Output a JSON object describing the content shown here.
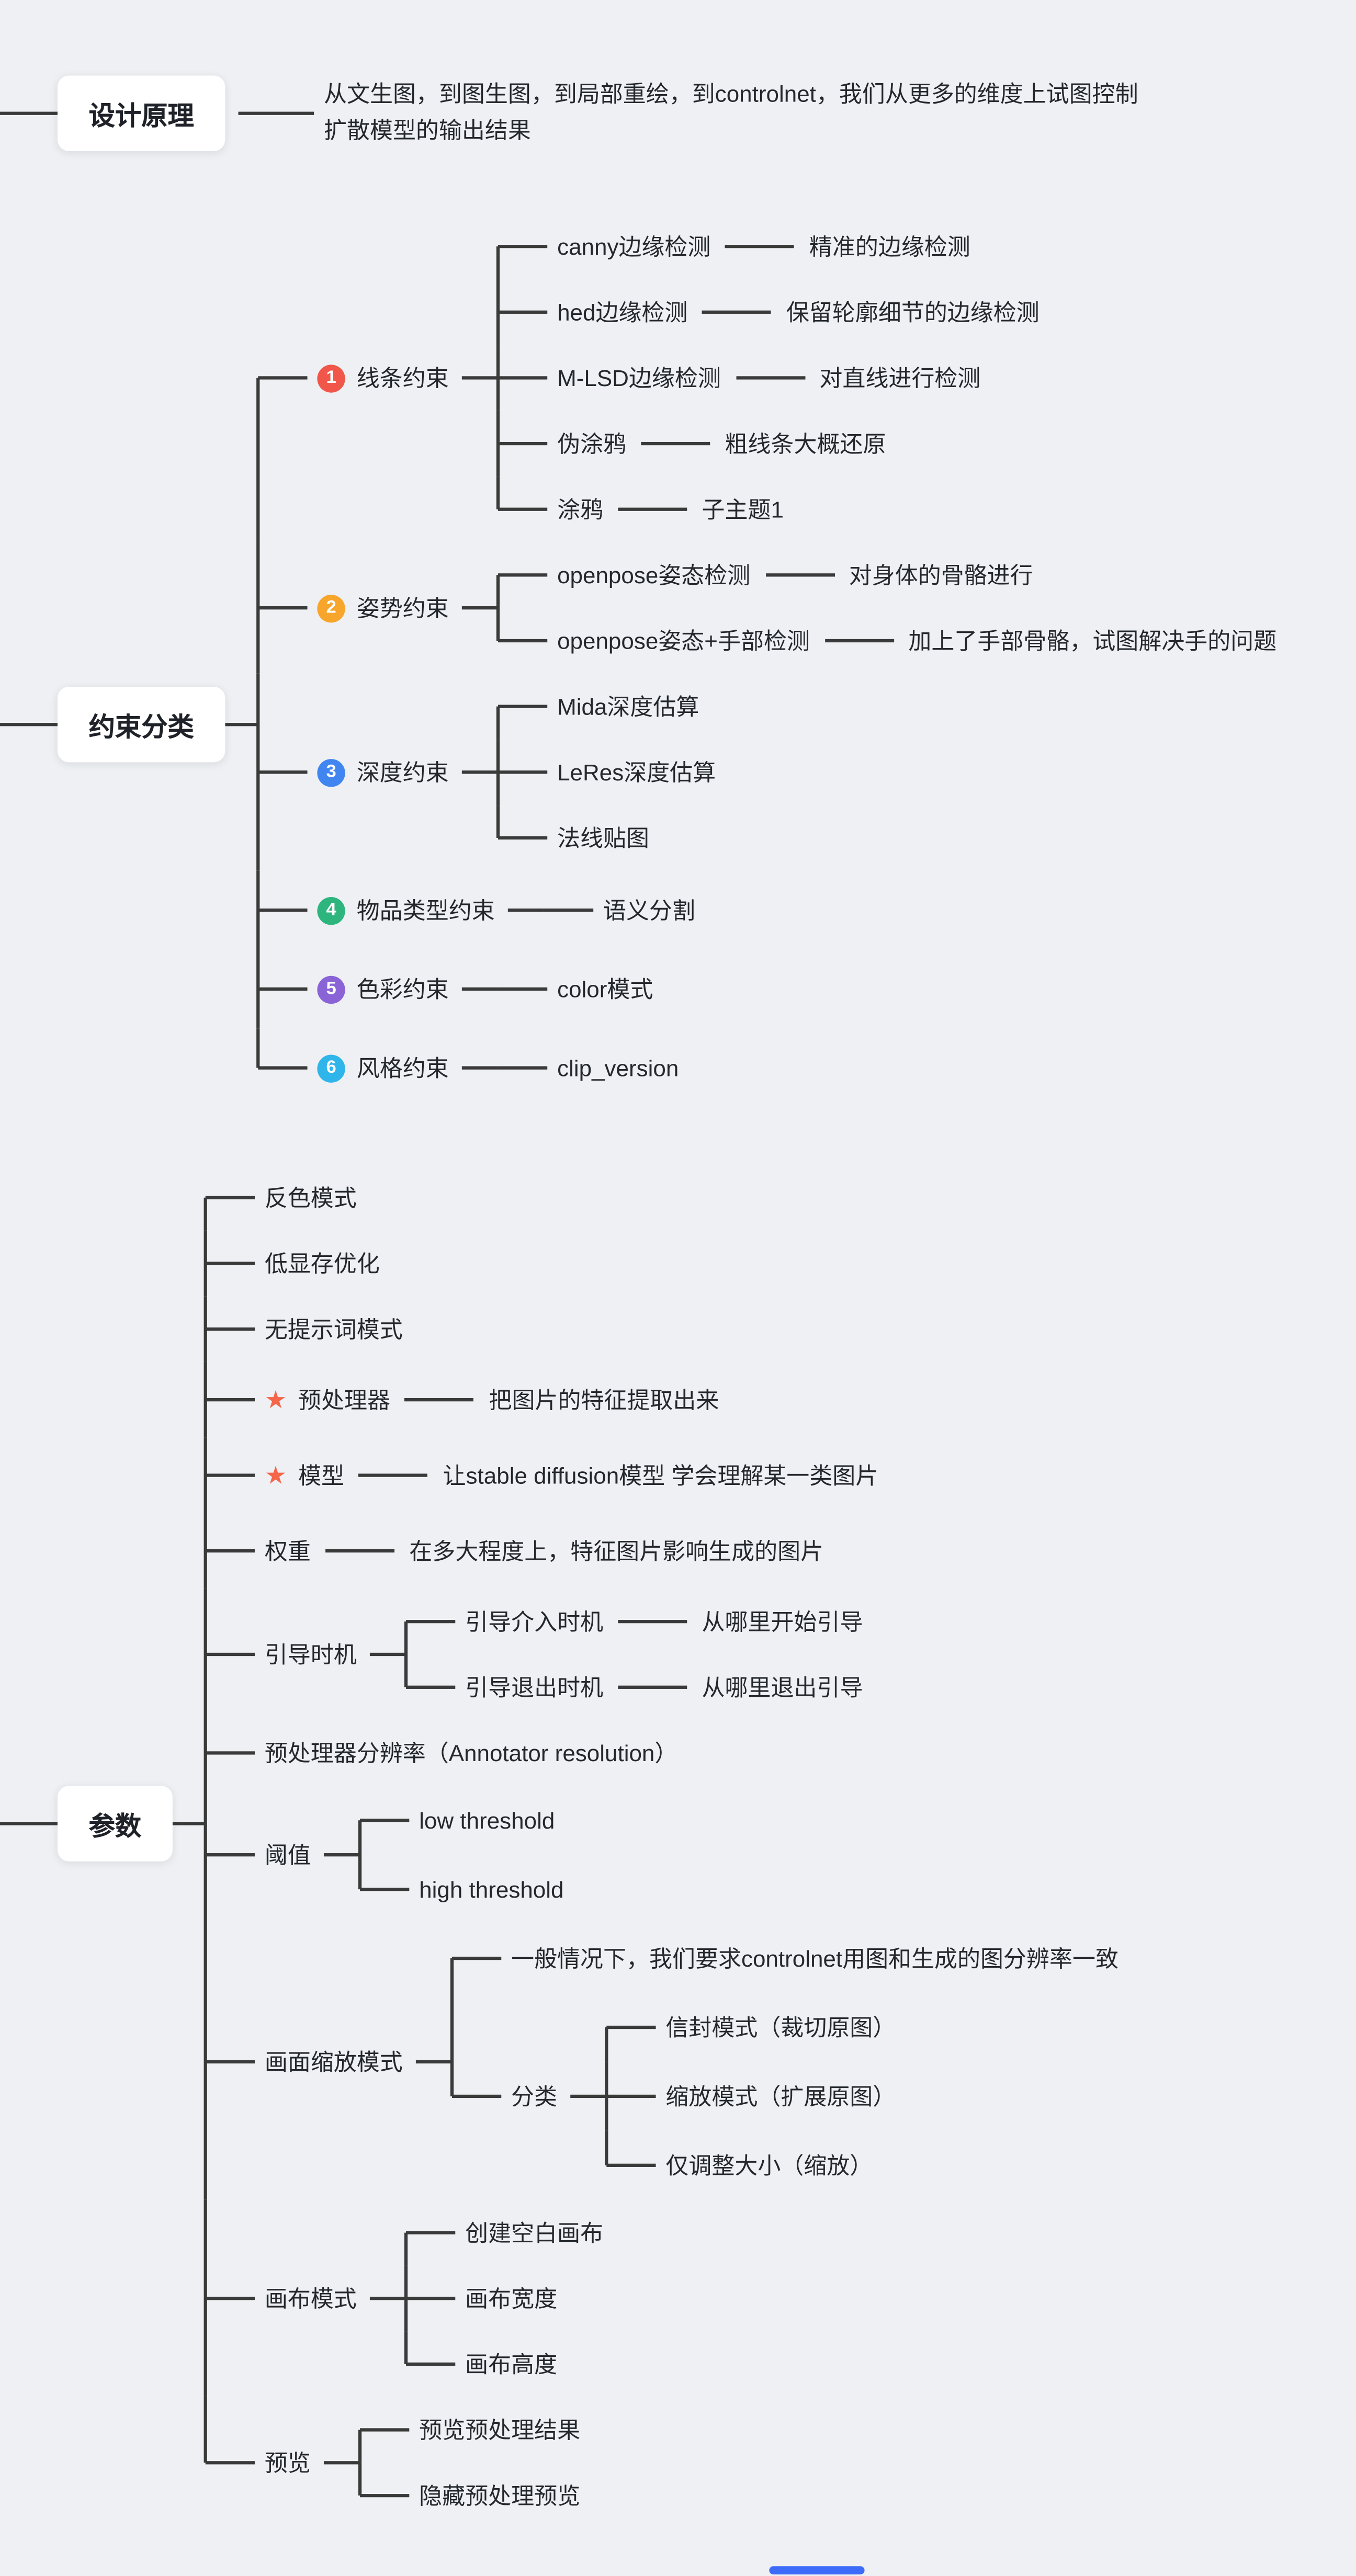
{
  "meta": {
    "canvas_bg": "#eef0f3",
    "line_color": "#3a3a3a",
    "star_color": "#f5654a",
    "scrollbar_color": "#3d6bfa"
  },
  "design": {
    "title": "设计原理",
    "note": "从文生图，到图生图，到局部重绘，到controlnet，我们从更多的维度上试图控制扩散模型的输出结果"
  },
  "constraints": {
    "title": "约束分类",
    "branches": [
      {
        "num": "1",
        "color": "#f0574a",
        "label": "线条约束",
        "children": [
          {
            "label": "canny边缘检测",
            "desc": "精准的边缘检测"
          },
          {
            "label": "hed边缘检测",
            "desc": "保留轮廓细节的边缘检测"
          },
          {
            "label": "M-LSD边缘检测",
            "desc": "对直线进行检测"
          },
          {
            "label": "伪涂鸦",
            "desc": "粗线条大概还原"
          },
          {
            "label": "涂鸦",
            "desc": "子主题1"
          }
        ]
      },
      {
        "num": "2",
        "color": "#f7a52b",
        "label": "姿势约束",
        "children": [
          {
            "label": "openpose姿态检测",
            "desc": "对身体的骨骼进行"
          },
          {
            "label": "openpose姿态+手部检测",
            "desc": "加上了手部骨骼，试图解决手的问题"
          }
        ]
      },
      {
        "num": "3",
        "color": "#4186f0",
        "label": "深度约束",
        "children": [
          {
            "label": "Mida深度估算"
          },
          {
            "label": "LeRes深度估算"
          },
          {
            "label": "法线贴图"
          }
        ]
      },
      {
        "num": "4",
        "color": "#2eb57e",
        "label": "物品类型约束",
        "children": [
          {
            "label": "语义分割"
          }
        ]
      },
      {
        "num": "5",
        "color": "#8a64d6",
        "label": "色彩约束",
        "children": [
          {
            "label": "color模式"
          }
        ]
      },
      {
        "num": "6",
        "color": "#2fb5e9",
        "label": "风格约束",
        "children": [
          {
            "label": "clip_version"
          }
        ]
      }
    ]
  },
  "params": {
    "title": "参数",
    "items": [
      {
        "label": "反色模式"
      },
      {
        "label": "低显存优化"
      },
      {
        "label": "无提示词模式"
      },
      {
        "star": "★",
        "label": "预处理器",
        "desc": "把图片的特征提取出来"
      },
      {
        "star": "★",
        "label": "模型",
        "desc": "让stable diffusion模型 学会理解某一类图片"
      },
      {
        "label": "权重",
        "desc": "在多大程度上，特征图片影响生成的图片"
      },
      {
        "label": "引导时机",
        "children": [
          {
            "label": "引导介入时机",
            "desc": "从哪里开始引导"
          },
          {
            "label": "引导退出时机",
            "desc": "从哪里退出引导"
          }
        ]
      },
      {
        "label": "预处理器分辨率（Annotator resolution）"
      },
      {
        "label": "阈值",
        "children": [
          {
            "label": "low threshold"
          },
          {
            "label": "high threshold"
          }
        ]
      },
      {
        "label": "画面缩放模式",
        "children": [
          {
            "label": "一般情况下，我们要求controlnet用图和生成的图分辨率一致"
          },
          {
            "label": "分类",
            "children": [
              {
                "label": "信封模式（裁切原图）"
              },
              {
                "label": "缩放模式（扩展原图）"
              },
              {
                "label": "仅调整大小（缩放）"
              }
            ]
          }
        ]
      },
      {
        "label": "画布模式",
        "children": [
          {
            "label": "创建空白画布"
          },
          {
            "label": "画布宽度"
          },
          {
            "label": "画布高度"
          }
        ]
      },
      {
        "label": "预览",
        "children": [
          {
            "label": "预览预处理结果"
          },
          {
            "label": "隐藏预处理预览"
          }
        ]
      }
    ]
  }
}
